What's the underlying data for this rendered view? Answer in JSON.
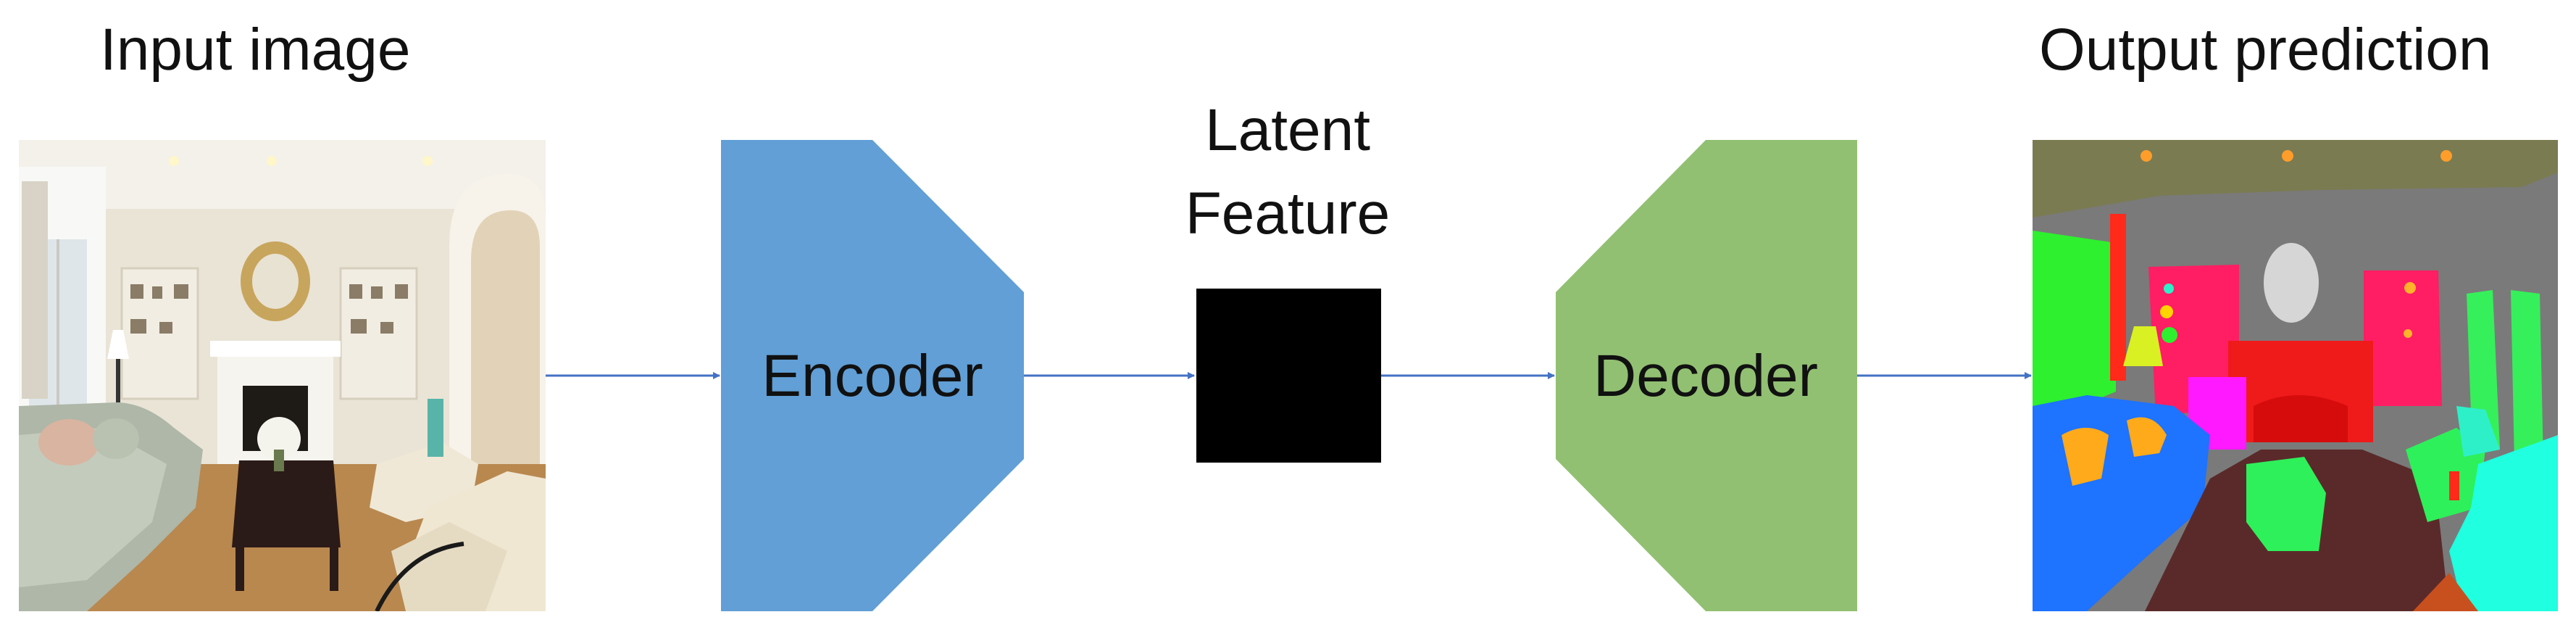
{
  "input": {
    "title": "Input image"
  },
  "encoder": {
    "label": "Encoder",
    "color": "#619fd6"
  },
  "latent": {
    "line1": "Latent",
    "line2": "Feature",
    "color": "#000000"
  },
  "decoder": {
    "label": "Decoder",
    "color": "#92c072"
  },
  "output": {
    "title": "Output prediction"
  },
  "arrow_color": "#4472c4"
}
